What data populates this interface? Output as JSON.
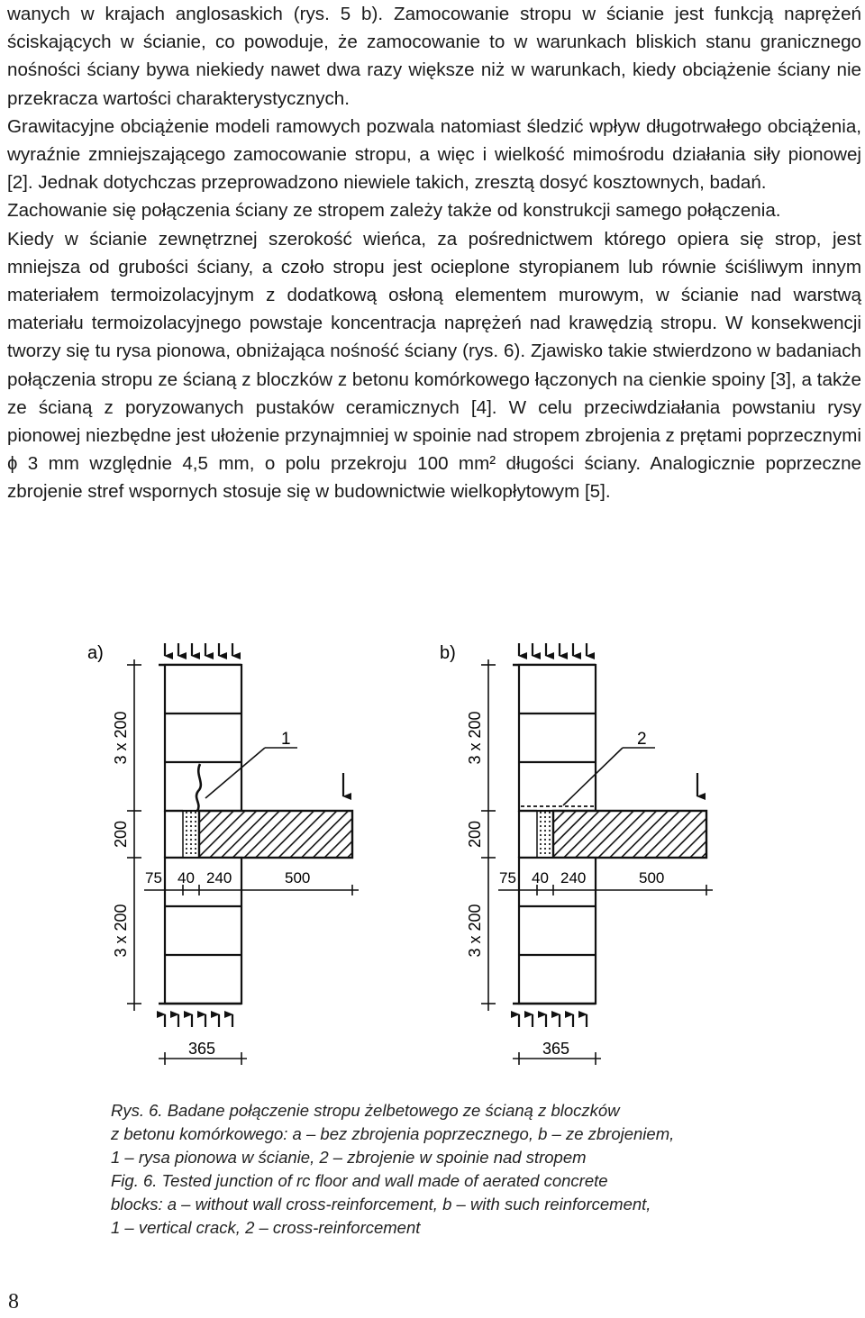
{
  "paragraphs": [
    "wanych w krajach anglosaskich (rys. 5 b). Zamocowanie stropu w ścianie jest funkcją naprężeń ściskających w ścianie, co powoduje, że zamocowanie to w warunkach bliskich stanu granicznego nośności ściany bywa niekiedy nawet dwa razy większe niż w warunkach, kiedy obciążenie ściany nie przekracza wartości charakterystycznych.",
    "Grawitacyjne obciążenie modeli ramowych pozwala natomiast śledzić wpływ długotrwałego obciążenia, wyraźnie zmniejszającego zamocowanie stropu, a więc i wielkość mimośrodu działania siły pionowej [2]. Jednak dotychczas przeprowadzono niewiele takich, zresztą dosyć kosztownych, badań.",
    "Zachowanie się połączenia ściany ze stropem zależy także od konstrukcji samego połączenia.",
    "Kiedy w ścianie zewnętrznej szerokość wieńca, za pośrednictwem którego opiera się strop, jest mniejsza od grubości ściany, a czoło stropu jest ocieplone styropianem lub równie ściśliwym innym materiałem termoizolacyjnym z dodatkową osłoną elementem murowym, w ścianie nad warstwą materiału termoizolacyjnego powstaje koncentracja naprężeń nad krawędzią stropu. W konsekwencji tworzy się tu rysa pionowa, obniżająca nośność ściany (rys. 6). Zjawisko takie stwierdzono w badaniach połączenia stropu ze ścianą z bloczków z betonu komórkowego łączonych na cienkie spoiny [3], a także ze ścianą z poryzowanych pustaków ceramicznych [4]. W celu przeciwdziałania powstaniu rysy pionowej niezbędne jest ułożenie przynajmniej w spoinie nad stropem zbrojenia z prętami poprzecznymi ɸ 3 mm względnie 4,5 mm, o polu przekroju 100 mm² długości ściany. Analogicznie poprzeczne zbrojenie stref wspornych stosuje się w budownictwie wielkopłytowym [5]."
  ],
  "figure": {
    "panel_a": {
      "label": "a)",
      "callout": "1",
      "dim_upper_wall": "3 x 200",
      "dim_slab": "200",
      "dim_lower_wall": "3 x 200",
      "dim_75": "75",
      "dim_40": "40",
      "dim_240": "240",
      "dim_500": "500",
      "dim_base": "365"
    },
    "panel_b": {
      "label": "b)",
      "callout": "2",
      "dim_upper_wall": "3 x 200",
      "dim_slab": "200",
      "dim_lower_wall": "3 x 200",
      "dim_75": "75",
      "dim_40": "40",
      "dim_240": "240",
      "dim_500": "500",
      "dim_base": "365"
    }
  },
  "caption": [
    "Rys. 6. Badane połączenie stropu żelbetowego ze ścianą z bloczków",
    "z betonu komórkowego: a – bez zbrojenia poprzecznego, b – ze zbrojeniem,",
    "1 – rysa pionowa w ścianie, 2 – zbrojenie w spoinie nad stropem",
    "Fig. 6. Tested junction of rc floor and wall made of aerated concrete",
    "blocks: a – without wall cross-reinforcement, b – with such reinforcement,",
    "1 – vertical crack, 2 – cross-reinforcement"
  ],
  "page_number": "8"
}
